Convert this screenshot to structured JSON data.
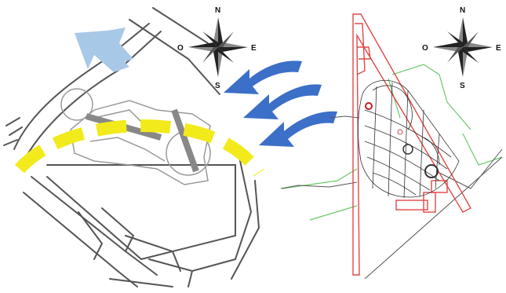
{
  "left_compass": {
    "north": "N",
    "south": "S",
    "east": "E",
    "west": "O"
  },
  "right_compass": {
    "north": "N",
    "south": "S",
    "east": "E",
    "west": "O"
  },
  "colors": {
    "street_lines": "#555555",
    "building_outline": "#9a9a9a",
    "yellow_dashes": "#f2ea1b",
    "light_blue_arrow": "#a8c8e8",
    "dark_blue_arrows": "#3c6fc8",
    "red_outline": "#e04848",
    "green_lines": "#6cc86c"
  },
  "icons": [
    "compass-rose-icon",
    "compass-rose-icon",
    "light-blue-arrow-icon",
    "dark-blue-arrows-icon"
  ]
}
